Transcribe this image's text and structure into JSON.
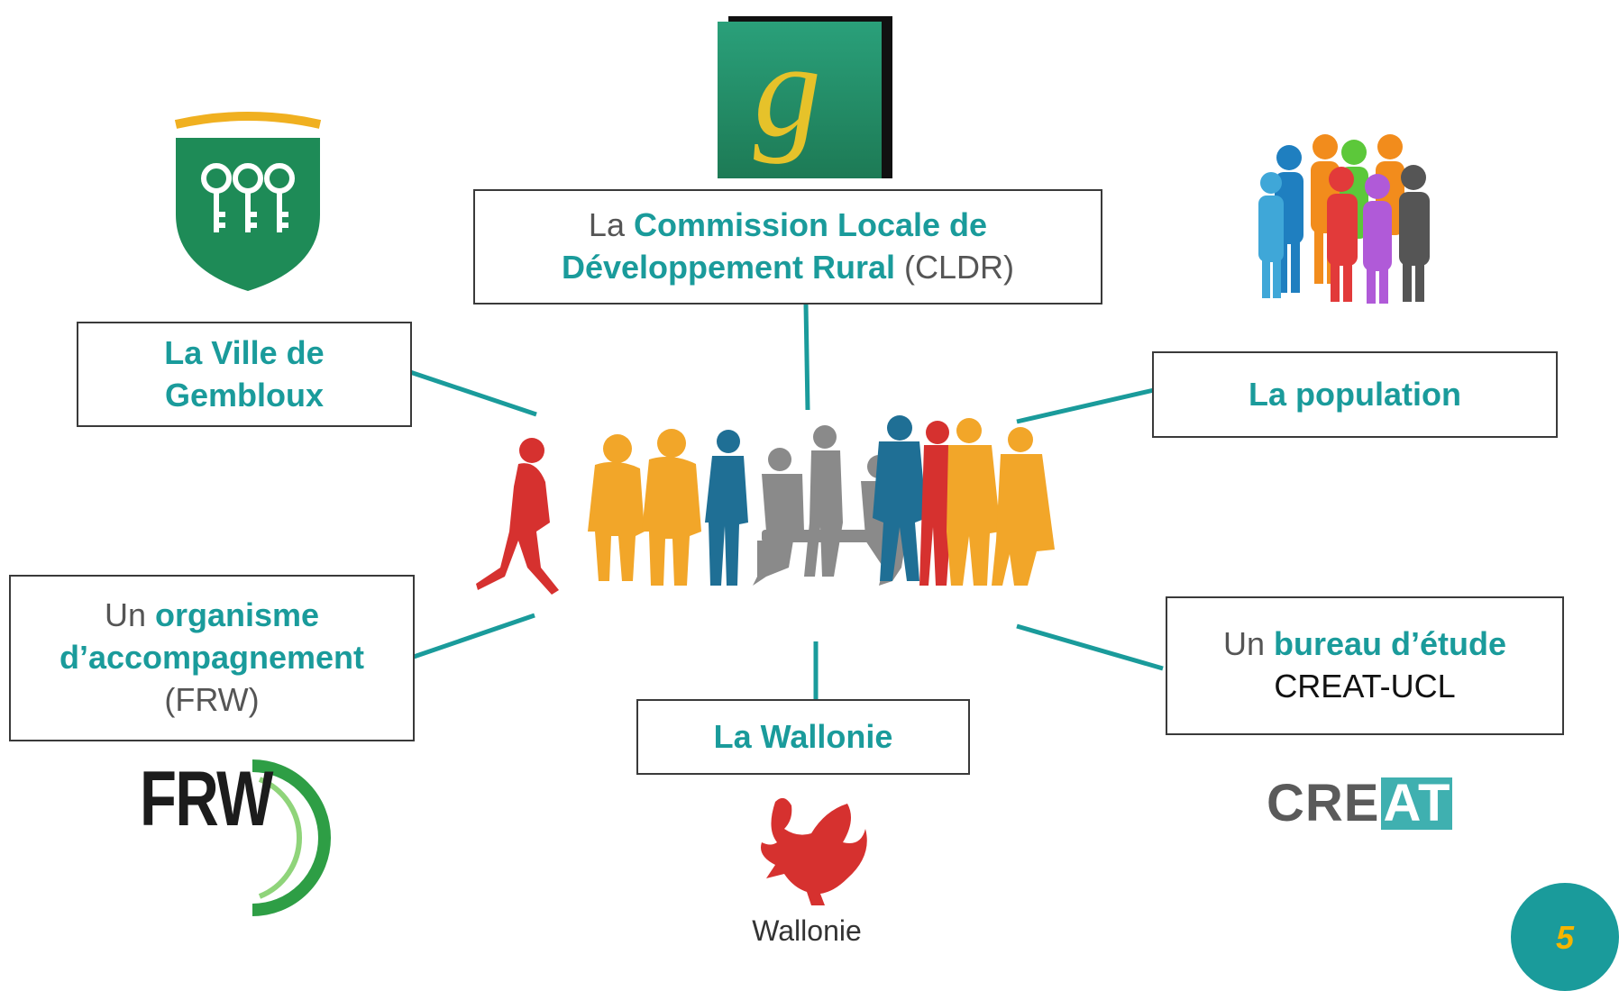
{
  "boxes": {
    "cldr": {
      "prefix": "La ",
      "bold": "Commission Locale de Développement Rural",
      "suffix": " (CLDR)"
    },
    "ville": {
      "bold": "La Ville de Gembloux"
    },
    "population": {
      "bold": "La population"
    },
    "frw": {
      "prefix": "Un ",
      "bold": "organisme d’accompagnement",
      "suffix": "(FRW)"
    },
    "wallonie": {
      "bold": "La Wallonie"
    },
    "bureau": {
      "prefix": "Un ",
      "bold": "bureau d’étude",
      "suffix": "CREAT-UCL"
    }
  },
  "logos": {
    "frw": "FRW",
    "creat_prefix": "CRE",
    "creat_box": "AT",
    "wallonie": "Wallonie",
    "gembloux_letter": "g"
  },
  "page_number": "5",
  "colors": {
    "accent": "#1a9b9b",
    "red": "#d6312f",
    "orange": "#f2a629",
    "blue": "#1f6f95",
    "gray": "#8a8a8a"
  }
}
